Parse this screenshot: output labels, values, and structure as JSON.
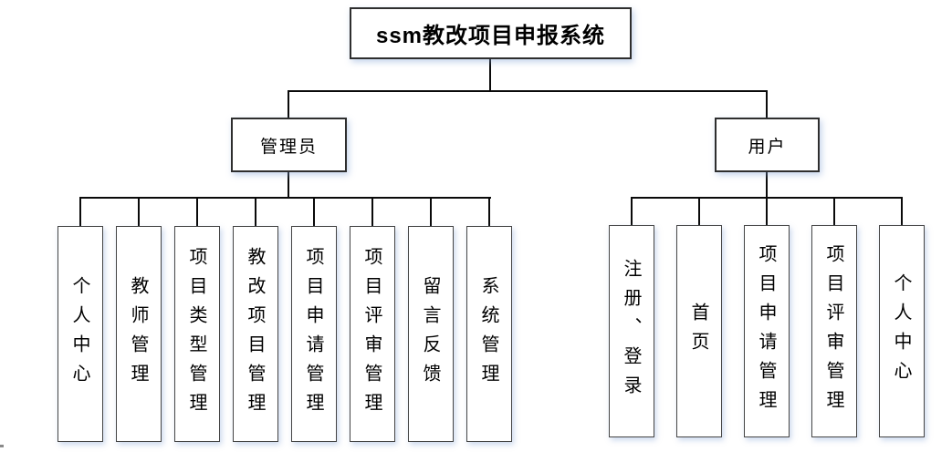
{
  "diagram": {
    "title": "ssm教改项目申报系统",
    "branches": [
      {
        "label": "管理员",
        "children": [
          "个人中心",
          "教师管理",
          "项目类型管理",
          "教改项目管理",
          "项目申请管理",
          "项目评审管理",
          "留言反馈",
          "系统管理"
        ]
      },
      {
        "label": "用户",
        "children": [
          "注册、登录",
          "首页",
          "项目申请管理",
          "项目评审管理",
          "个人中心"
        ]
      }
    ],
    "colors": {
      "background": "#ffffff",
      "box_fill": "#ffffff",
      "box_border": "#2e2e2e",
      "leaf_border": "#454545",
      "connector": "#0a0a0a",
      "text": "#000000",
      "shadow_tint": "#ccdcf0"
    }
  }
}
